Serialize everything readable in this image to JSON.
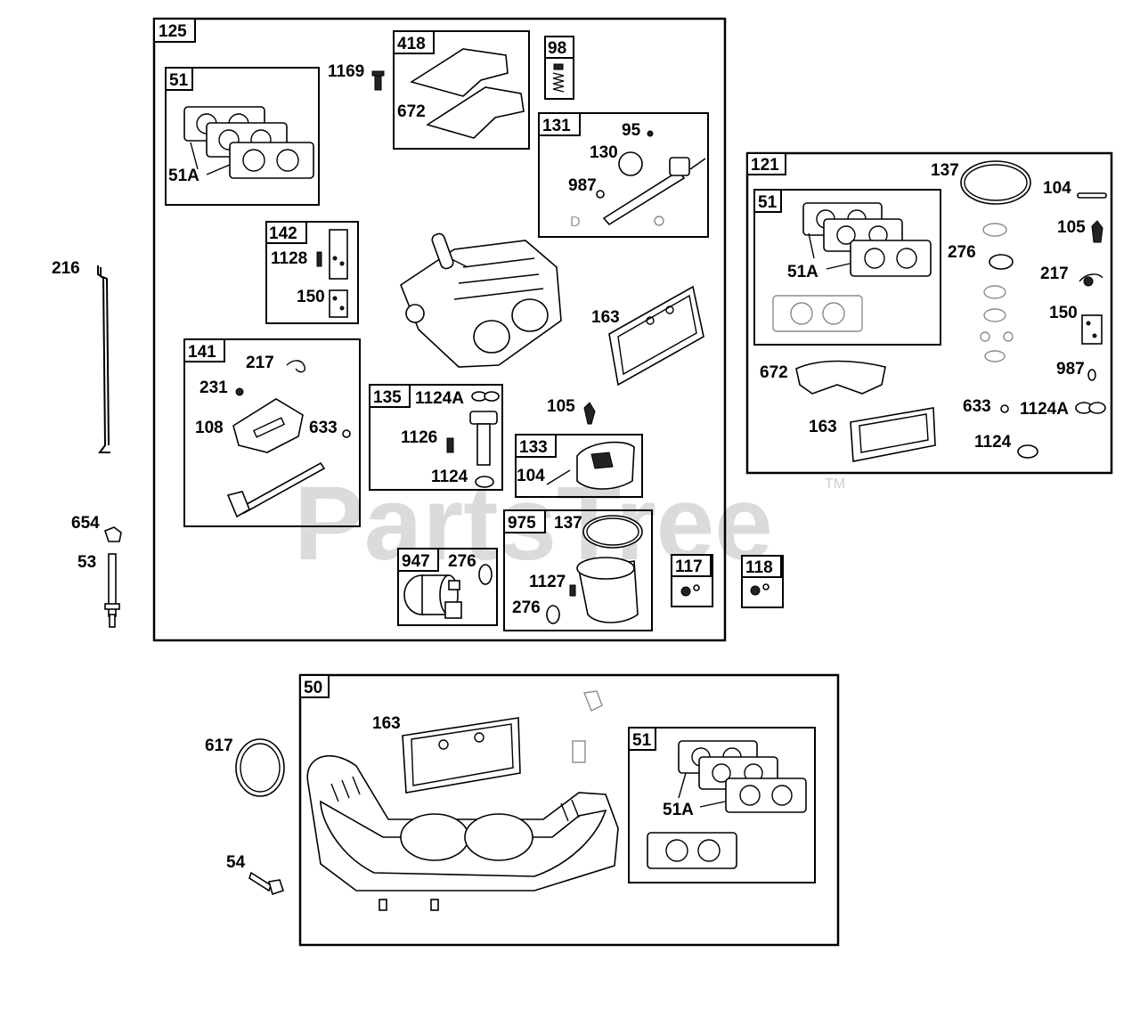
{
  "watermark": {
    "text": "PartsTree",
    "trademark": "TM"
  },
  "groups": {
    "g125": "125",
    "g51a": "51",
    "g418": "418",
    "g98": "98",
    "g131": "131",
    "g142": "142",
    "g141": "141",
    "g135": "135",
    "g133": "133",
    "g975": "975",
    "g947": "947",
    "g117": "117",
    "g118": "118",
    "g121": "121",
    "g51b": "51",
    "g50": "50",
    "g51c": "51"
  },
  "labels": {
    "l1169": "1169",
    "l672a": "672",
    "l51A_a": "51A",
    "l95": "95",
    "l130": "130",
    "l987a": "987",
    "l1128": "1128",
    "l150a": "150",
    "l163a": "163",
    "l217a": "217",
    "l231": "231",
    "l108": "108",
    "l633a": "633",
    "l1124Aa": "1124A",
    "l1126": "1126",
    "l1124a": "1124",
    "l105a": "105",
    "l104a": "104",
    "l137a": "137",
    "l1127": "1127",
    "l276a": "276",
    "l276b": "276",
    "l216": "216",
    "l654": "654",
    "l53": "53",
    "l137b": "137",
    "l104b": "104",
    "l105b": "105",
    "l276c": "276",
    "l217b": "217",
    "l51A_b": "51A",
    "l150b": "150",
    "l987b": "987",
    "l672b": "672",
    "l163b": "163",
    "l633b": "633",
    "l1124Ab": "1124A",
    "l1124b": "1124",
    "l163c": "163",
    "l617": "617",
    "l51A_c": "51A",
    "l54": "54"
  }
}
